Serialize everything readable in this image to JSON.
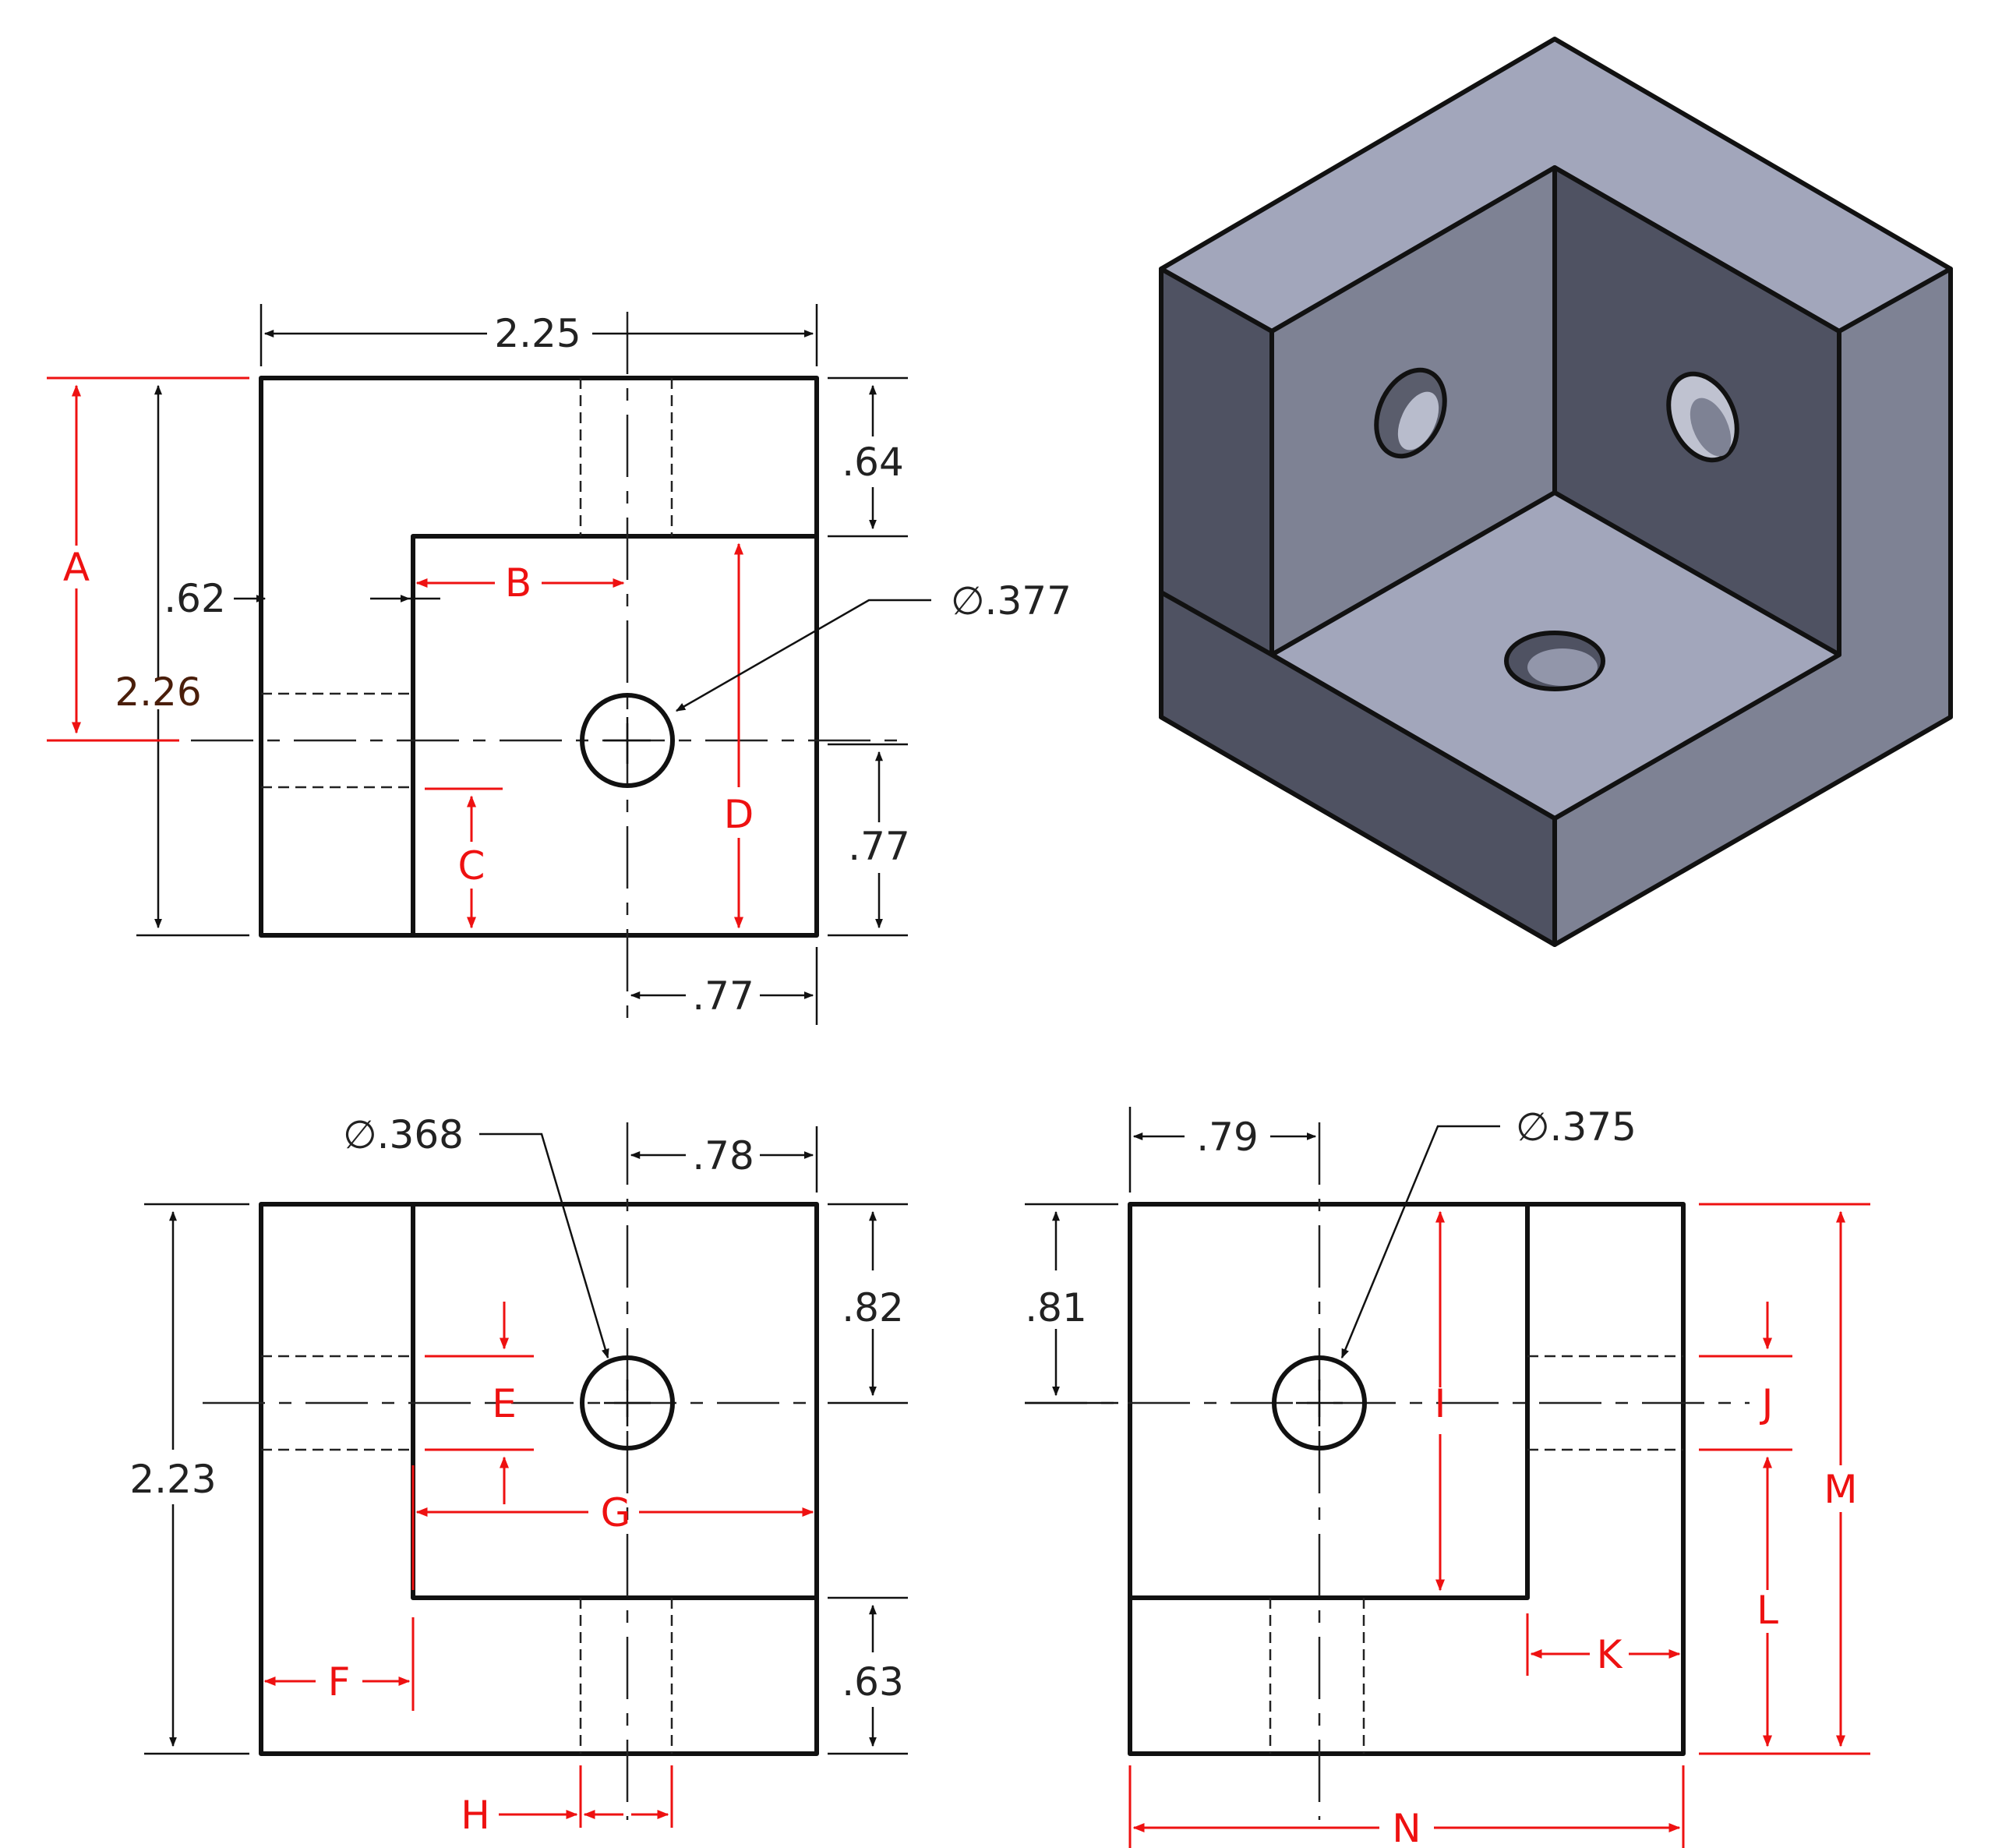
{
  "front_view": {
    "width": "2.25",
    "height": "2.26",
    "top_offset": ".64",
    "left_offset": ".62",
    "hole_from_bottom": ".77",
    "hole_from_right": ".77",
    "hole_diameter": "∅.377",
    "labels": {
      "a": "A",
      "b": "B",
      "c": "C",
      "d": "D"
    }
  },
  "top_view": {
    "height": "2.23",
    "hole_from_right": ".78",
    "hole_from_top": ".82",
    "bottom_offset": ".63",
    "hole_diameter": "∅.368",
    "labels": {
      "e": "E",
      "f": "F",
      "g": "G",
      "h": "H"
    }
  },
  "side_view": {
    "hole_from_left": ".79",
    "hole_from_top": ".81",
    "hole_diameter": "∅.375",
    "labels": {
      "i": "I",
      "j": "J",
      "k": "K",
      "l": "L",
      "m": "M",
      "n": "N"
    }
  },
  "colors": {
    "dimension": "#111111",
    "question_dimension": "#ee1111",
    "iso_light": "#a2a6bb",
    "iso_mid": "#7e8294",
    "iso_dark": "#4f5262"
  }
}
